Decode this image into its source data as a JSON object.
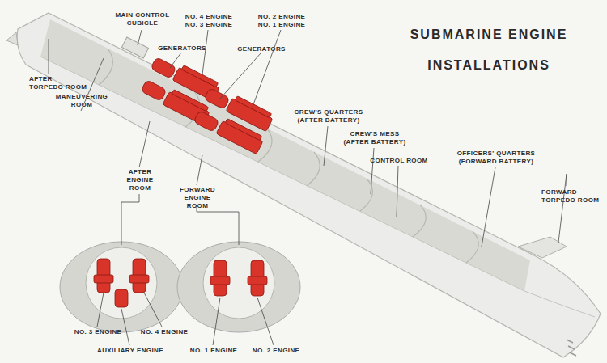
{
  "diagram": {
    "title": "SUBMARINE ENGINE INSTALLATIONS",
    "labels": [
      "AFTER TORPEDO ROOM",
      "MANEUVERING ROOM",
      "MAIN CONTROL CUBICLE",
      "NO. 4 ENGINE NO. 3 ENGINE",
      "GENERATORS",
      "GENERATORS",
      "NO. 2 ENGINE NO. 1 ENGINE",
      "CREW'S QUARTERS (AFTER BATTERY)",
      "CREW'S MESS (AFTER BATTERY)",
      "CONTROL ROOM",
      "OFFICERS' QUARTERS (FORWARD BATTERY)",
      "FORWARD TORPEDO ROOM",
      "AFTER ENGINE ROOM",
      "FORWARD ENGINE ROOM",
      "NO. 3 ENGINE",
      "NO. 4 ENGINE",
      "AUXILIARY ENGINE",
      "NO. 1 ENGINE",
      "NO. 2 ENGINE"
    ]
  }
}
